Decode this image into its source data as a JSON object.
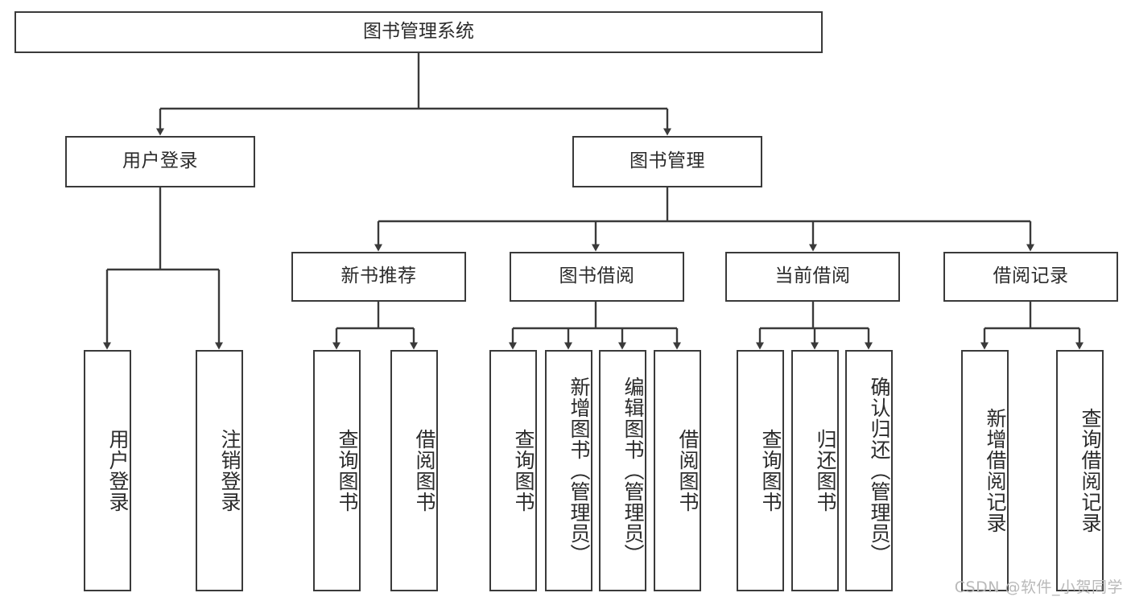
{
  "diagram": {
    "title": "图书管理系统",
    "type": "tree-hierarchy",
    "colors": {
      "stroke": "#3a3a3a",
      "fill": "#ffffff",
      "text": "#2b2b2b",
      "watermark": "#b9b9b9"
    },
    "levels": {
      "root": {
        "label": "图书管理系统"
      },
      "modules": [
        {
          "label": "用户登录"
        },
        {
          "label": "图书管理"
        }
      ],
      "submodules": [
        {
          "label": "新书推荐"
        },
        {
          "label": "图书借阅"
        },
        {
          "label": "当前借阅"
        },
        {
          "label": "借阅记录"
        }
      ],
      "leaves": [
        {
          "label": "用户登录",
          "parent": "用户登录"
        },
        {
          "label": "注销登录",
          "parent": "用户登录"
        },
        {
          "label": "查询图书",
          "parent": "新书推荐"
        },
        {
          "label": "借阅图书",
          "parent": "新书推荐"
        },
        {
          "label": "查询图书",
          "parent": "图书借阅"
        },
        {
          "label": "新增图书（管理员）",
          "parent": "图书借阅"
        },
        {
          "label": "编辑图书（管理员）",
          "parent": "图书借阅"
        },
        {
          "label": "借阅图书",
          "parent": "图书借阅"
        },
        {
          "label": "查询图书",
          "parent": "当前借阅"
        },
        {
          "label": "归还图书",
          "parent": "当前借阅"
        },
        {
          "label": "确认归还（管理员）",
          "parent": "当前借阅"
        },
        {
          "label": "新增借阅记录",
          "parent": "借阅记录"
        },
        {
          "label": "查询借阅记录",
          "parent": "借阅记录"
        }
      ]
    },
    "watermark": "CSDN @软件_小贺同学"
  }
}
